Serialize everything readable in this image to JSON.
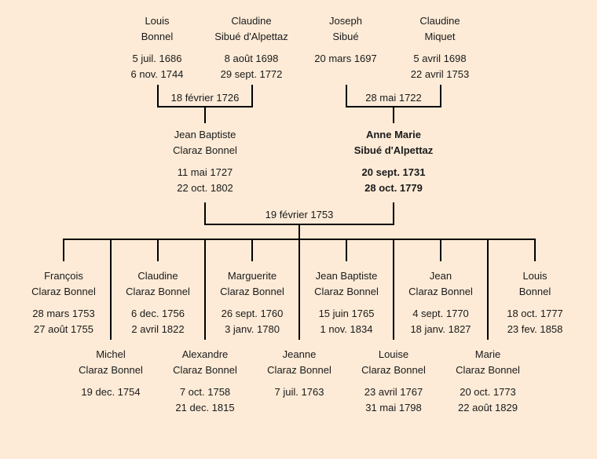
{
  "grandparents": [
    {
      "first": "Louis",
      "last": "Bonnel",
      "birth": "5 juil. 1686",
      "death": "6 nov. 1744"
    },
    {
      "first": "Claudine",
      "last": "Sibué d'Alpettaz",
      "birth": "8 août 1698",
      "death": "29 sept. 1772"
    },
    {
      "first": "Joseph",
      "last": "Sibué",
      "birth": "20 mars 1697",
      "death": ""
    },
    {
      "first": "Claudine",
      "last": "Miquet",
      "birth": "5 avril 1698",
      "death": "22 avril 1753"
    }
  ],
  "grandparent_marriages": [
    "18 février 1726",
    "28 mai 1722"
  ],
  "parents": [
    {
      "first": "Jean Baptiste",
      "last": "Claraz Bonnel",
      "birth": "11 mai 1727",
      "death": "22 oct. 1802"
    },
    {
      "first": "Anne Marie",
      "last": "Sibué d'Alpettaz",
      "birth": "20 sept. 1731",
      "death": "28 oct. 1779"
    }
  ],
  "parent_marriage": "19 février 1753",
  "children": [
    {
      "first": "François",
      "last": "Claraz Bonnel",
      "birth": "28 mars 1753",
      "death": "27 août 1755"
    },
    {
      "first": "Michel",
      "last": "Claraz Bonnel",
      "birth": "19 dec. 1754",
      "death": ""
    },
    {
      "first": "Claudine",
      "last": "Claraz Bonnel",
      "birth": "6 dec. 1756",
      "death": "2 avril 1822"
    },
    {
      "first": "Alexandre",
      "last": "Claraz Bonnel",
      "birth": "7 oct. 1758",
      "death": "21 dec. 1815"
    },
    {
      "first": "Marguerite",
      "last": "Claraz Bonnel",
      "birth": "26 sept. 1760",
      "death": "3 janv. 1780"
    },
    {
      "first": "Jeanne",
      "last": "Claraz Bonnel",
      "birth": "7 juil. 1763",
      "death": ""
    },
    {
      "first": "Jean Baptiste",
      "last": "Claraz Bonnel",
      "birth": "15 juin 1765",
      "death": "1 nov. 1834"
    },
    {
      "first": "Louise",
      "last": "Claraz Bonnel",
      "birth": "23 avril 1767",
      "death": "31 mai 1798"
    },
    {
      "first": "Jean",
      "last": "Claraz Bonnel",
      "birth": "4 sept. 1770",
      "death": "18 janv. 1827"
    },
    {
      "first": "Marie",
      "last": "Claraz Bonnel",
      "birth": "20 oct. 1773",
      "death": "22 août 1829"
    },
    {
      "first": "Louis",
      "last": "Bonnel",
      "birth": "18 oct. 1777",
      "death": "23 fev. 1858"
    }
  ]
}
